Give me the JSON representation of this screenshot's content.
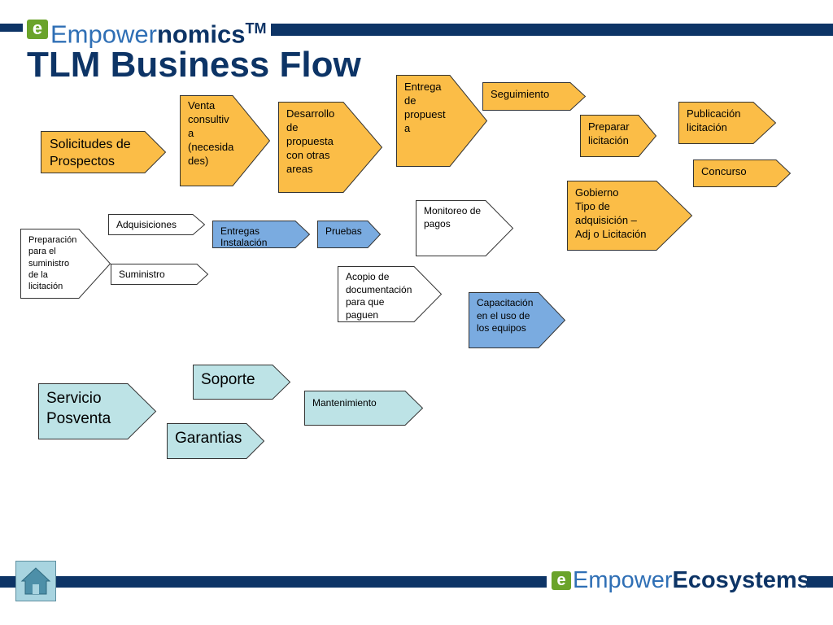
{
  "header": {
    "logo_letter": "e",
    "logo_part1": "Empower",
    "logo_part2": "nomics",
    "logo_tm": "TM",
    "title": "TLM Business Flow"
  },
  "colors": {
    "navy": "#0d3466",
    "orange": "#fbbd47",
    "blue": "#7aabe0",
    "teal": "#bde3e6",
    "white": "#ffffff",
    "stroke": "#333333"
  },
  "nodes": {
    "solicitudes": "Solicitudes de\nProspectos",
    "venta": "Venta\nconsultiv\na\n(necesida\ndes)",
    "desarrollo": "Desarrollo\nde\npropuesta\ncon otras\nareas",
    "entrega": "Entrega\nde\npropuest\na",
    "seguimiento": "Seguimiento",
    "preparar": "Preparar\nlicitación",
    "publicacion": "Publicación\nlicitación",
    "concurso": "Concurso",
    "gobierno": "Gobierno\nTipo de\nadquisición –\nAdj o Licitación",
    "adquisiciones": "Adquisiciones",
    "preparacion": "Preparación\npara el\nsuministro\nde la\nlicitación",
    "suministro": "Suministro",
    "entregas": "Entregas\nInstalación",
    "pruebas": "Pruebas",
    "monitoreo": "Monitoreo de\npagos",
    "acopio": "Acopio de\ndocumentación\npara que\npaguen",
    "capacitacion": "Capacitación\nen el uso de\nlos equipos",
    "servicio": "Servicio\nPosventa",
    "soporte": "Soporte",
    "garantias": "Garantias",
    "mantenimiento": "Mantenimiento"
  },
  "footer": {
    "home_icon": "house-icon",
    "logo_letter": "e",
    "logo_part1": "Empower",
    "logo_part2": "Ecosystems"
  }
}
